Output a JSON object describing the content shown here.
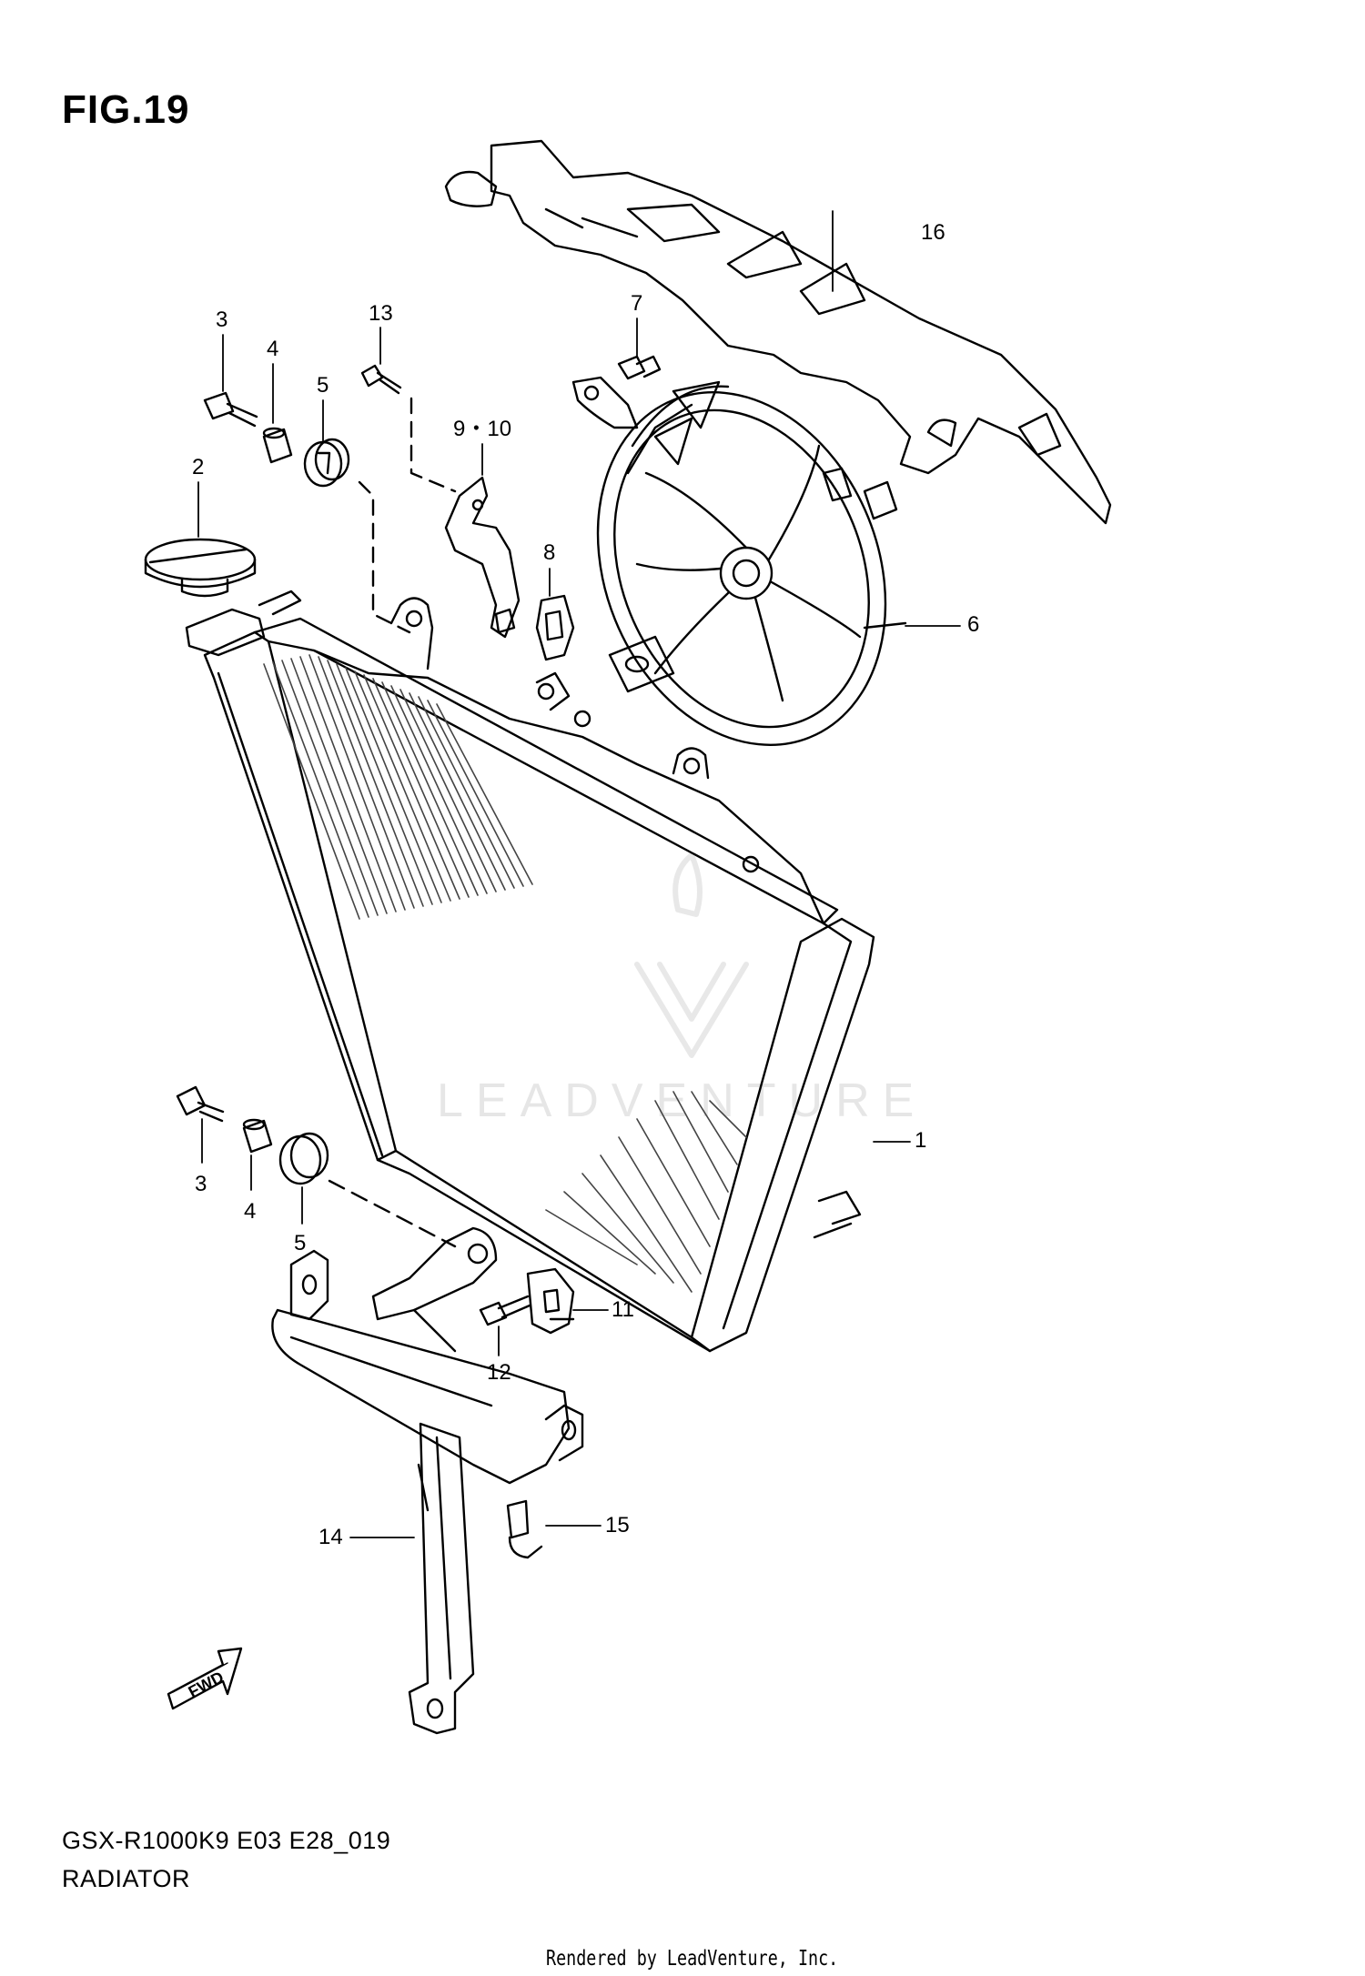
{
  "figure": {
    "title": "FIG.19"
  },
  "callouts": [
    {
      "id": "1",
      "label": "1"
    },
    {
      "id": "2",
      "label": "2"
    },
    {
      "id": "3a",
      "label": "3"
    },
    {
      "id": "3b",
      "label": "3"
    },
    {
      "id": "4a",
      "label": "4"
    },
    {
      "id": "4b",
      "label": "4"
    },
    {
      "id": "5a",
      "label": "5"
    },
    {
      "id": "5b",
      "label": "5"
    },
    {
      "id": "6",
      "label": "6"
    },
    {
      "id": "7",
      "label": "7"
    },
    {
      "id": "8",
      "label": "8"
    },
    {
      "id": "9-10",
      "label": "9・10"
    },
    {
      "id": "11",
      "label": "11"
    },
    {
      "id": "12",
      "label": "12"
    },
    {
      "id": "13",
      "label": "13"
    },
    {
      "id": "14",
      "label": "14"
    },
    {
      "id": "15",
      "label": "15"
    },
    {
      "id": "16",
      "label": "16"
    }
  ],
  "fwd_arrow": {
    "label": "FWD"
  },
  "footer": {
    "model_code": "GSX-R1000K9  E03  E28_019",
    "sheet_title": "RADIATOR",
    "credit": "Rendered by LeadVenture, Inc."
  },
  "watermark": {
    "text": "LEADVENTURE"
  }
}
